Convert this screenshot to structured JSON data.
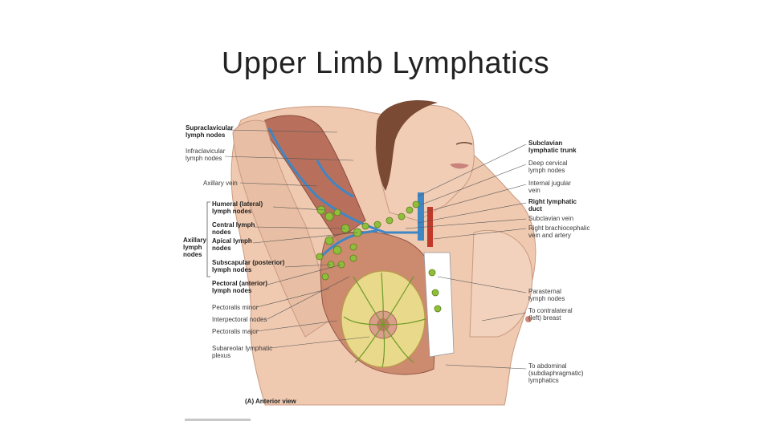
{
  "slide": {
    "title": "Upper Limb Lymphatics"
  },
  "figure": {
    "caption": "(A) Anterior view",
    "labels_left": {
      "supraclavicular": "Supraclavicular\nlymph nodes",
      "infraclavicular": "Infraclavicular\nlymph nodes",
      "axillary_vein": "Axillary vein",
      "humeral": "Humeral (lateral)\nlymph nodes",
      "central": "Central lymph\nnodes",
      "apical": "Apical lymph\nnodes",
      "axillary_group": "Axillary\nlymph\nnodes",
      "subscapular": "Subscapular (posterior)\nlymph nodes",
      "pectoral": "Pectoral (anterior)\nlymph nodes",
      "pectoralis_minor": "Pectoralis minor",
      "interpectoral": "Interpectoral nodes",
      "pectoralis_major": "Pectoralis major",
      "subareolar": "Subareolar lymphatic\nplexus"
    },
    "labels_right": {
      "subclavian_trunk": "Subclavian\nlymphatic trunk",
      "deep_cervical": "Deep cervical\nlymph nodes",
      "internal_jugular": "Internal jugular\nvein",
      "right_lymphatic_duct": "Right lymphatic\nduct",
      "subclavian_vein": "Subclavian vein",
      "brachiocephalic": "Right brachiocephalic\nvein and artery",
      "parasternal": "Parasternal\nlymph nodes",
      "contralateral": "To contralateral\n(left) breast",
      "abdominal": "To abdominal\n(subdiaphragmatic)\nlymphatics"
    },
    "colors": {
      "skin": "#efc9b0",
      "muscle": "#b8705c",
      "lymph_node": "#8fbf3a",
      "vein_blue": "#3f86c4",
      "vessel_red": "#c0392b",
      "breast_gland": "#e9d98a"
    }
  }
}
